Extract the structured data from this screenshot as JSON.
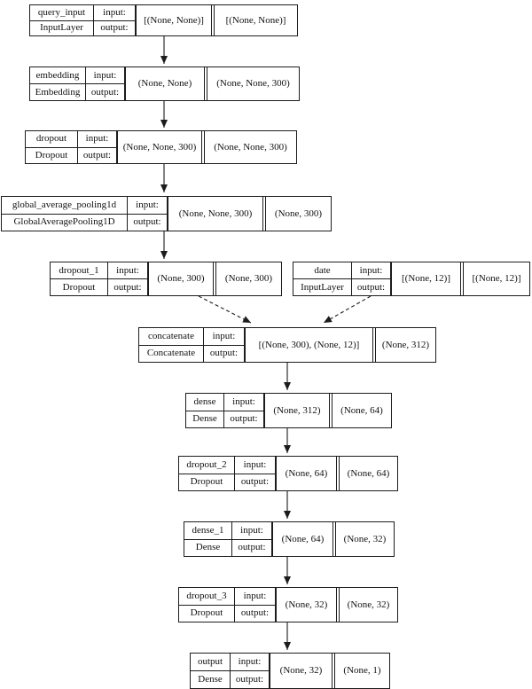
{
  "diagram": {
    "kind": "keras-model-architecture",
    "background_color": "#ffffff",
    "line_color": "#1c1c1c",
    "text_color": "#111111"
  },
  "labels": {
    "input": "input:",
    "output": "output:"
  },
  "nodes": [
    {
      "name": "query_input",
      "type": "InputLayer",
      "input_shape": "[(None, None)]",
      "output_shape": "[(None, None)]"
    },
    {
      "name": "embedding",
      "type": "Embedding",
      "input_shape": "(None, None)",
      "output_shape": "(None, None, 300)"
    },
    {
      "name": "dropout",
      "type": "Dropout",
      "input_shape": "(None, None, 300)",
      "output_shape": "(None, None, 300)"
    },
    {
      "name": "global_average_pooling1d",
      "type": "GlobalAveragePooling1D",
      "input_shape": "(None, None, 300)",
      "output_shape": "(None, 300)"
    },
    {
      "name": "dropout_1",
      "type": "Dropout",
      "input_shape": "(None, 300)",
      "output_shape": "(None, 300)"
    },
    {
      "name": "date",
      "type": "InputLayer",
      "input_shape": "[(None, 12)]",
      "output_shape": "[(None, 12)]"
    },
    {
      "name": "concatenate",
      "type": "Concatenate",
      "input_shape": "[(None, 300), (None, 12)]",
      "output_shape": "(None, 312)"
    },
    {
      "name": "dense",
      "type": "Dense",
      "input_shape": "(None, 312)",
      "output_shape": "(None, 64)"
    },
    {
      "name": "dropout_2",
      "type": "Dropout",
      "input_shape": "(None, 64)",
      "output_shape": "(None, 64)"
    },
    {
      "name": "dense_1",
      "type": "Dense",
      "input_shape": "(None, 64)",
      "output_shape": "(None, 32)"
    },
    {
      "name": "dropout_3",
      "type": "Dropout",
      "input_shape": "(None, 32)",
      "output_shape": "(None, 32)"
    },
    {
      "name": "output",
      "type": "Dense",
      "input_shape": "(None, 32)",
      "output_shape": "(None, 1)"
    }
  ]
}
